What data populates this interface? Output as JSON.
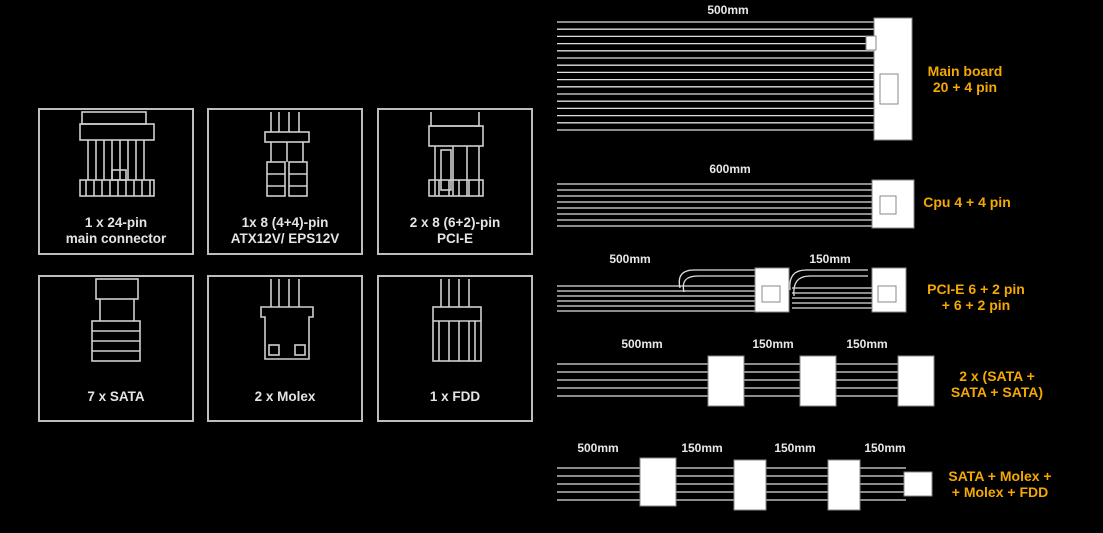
{
  "connectors": [
    {
      "line1": "1 x 24-pin",
      "line2": "main connector",
      "icon": "atx-24pin-icon"
    },
    {
      "line1": "1x 8 (4+4)-pin",
      "line2": "ATX12V/ EPS12V",
      "icon": "eps-8pin-icon"
    },
    {
      "line1": "2 x 8 (6+2)-pin",
      "line2": "PCI-E",
      "icon": "pcie-8pin-icon"
    },
    {
      "line1": "7 x SATA",
      "icon": "sata-icon"
    },
    {
      "line1": "2 x Molex",
      "icon": "molex-icon"
    },
    {
      "line1": "1 x FDD",
      "icon": "fdd-icon"
    }
  ],
  "cables": {
    "main": {
      "length": "500mm",
      "label1": "Main board",
      "label2": "20 + 4 pin"
    },
    "cpu": {
      "length": "600mm",
      "label1": "Cpu 4 + 4 pin"
    },
    "pcie": {
      "length1": "500mm",
      "length2": "150mm",
      "label1": "PCI-E 6 + 2 pin",
      "label2": "+ 6 + 2 pin"
    },
    "sata": {
      "length1": "500mm",
      "length2": "150mm",
      "length3": "150mm",
      "label1": "2 x (SATA +",
      "label2": "SATA + SATA)"
    },
    "mixed": {
      "length1": "500mm",
      "length2": "150mm",
      "length3": "150mm",
      "length4": "150mm",
      "label1": "SATA + Molex +",
      "label2": "+ Molex + FDD"
    }
  },
  "colors": {
    "background": "#000000",
    "accent": "#f5a800",
    "line": "#e0e0e0",
    "border": "#bdbdbd"
  }
}
